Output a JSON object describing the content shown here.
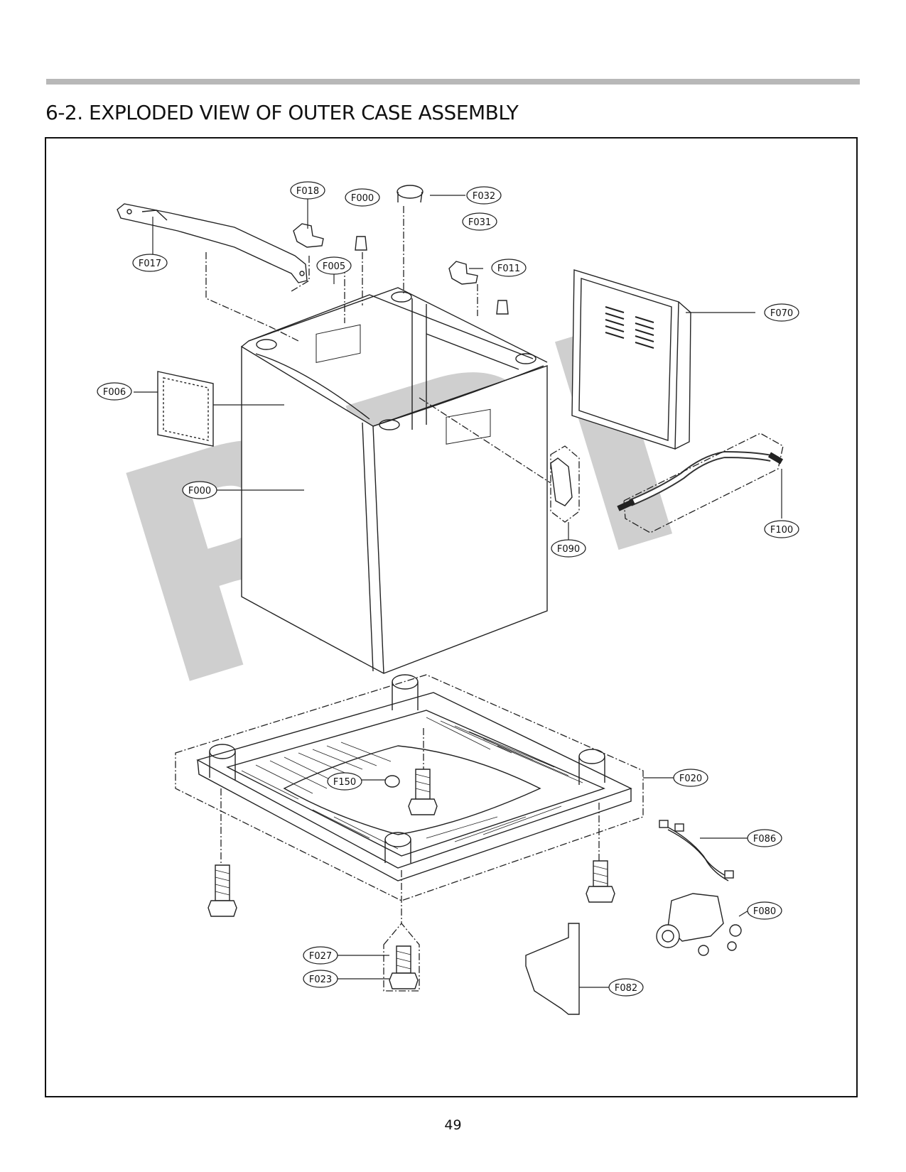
{
  "header": {
    "title": "6-2. EXPLODED VIEW OF OUTER CASE ASSEMBLY"
  },
  "watermark": {
    "text": "RPI",
    "color": "#cfcfcf"
  },
  "callouts": {
    "F018": "F018",
    "F000_top": "F000",
    "F032": "F032",
    "F031": "F031",
    "F017": "F017",
    "F005": "F005",
    "F011": "F011",
    "F070": "F070",
    "F006": "F006",
    "F000_cabinet": "F000",
    "F100": "F100",
    "F090": "F090",
    "F150": "F150",
    "F020": "F020",
    "F086": "F086",
    "F080": "F080",
    "F027": "F027",
    "F023": "F023",
    "F082": "F082"
  },
  "footer": {
    "page_number": "49"
  }
}
